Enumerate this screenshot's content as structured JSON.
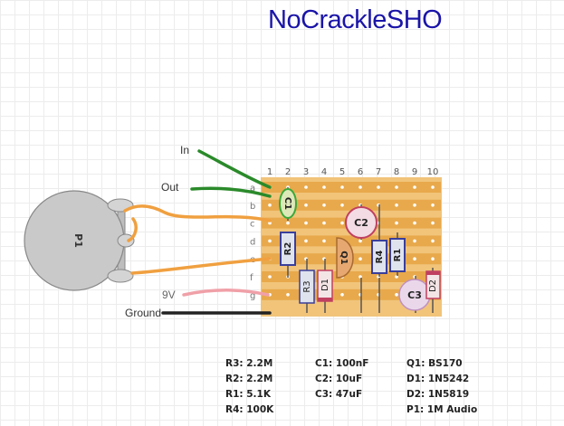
{
  "title": "NoCrackleSHO",
  "wire_labels": {
    "in": "In",
    "out": "Out",
    "nine_v": "9V",
    "ground": "Ground"
  },
  "board": {
    "columns": [
      "1",
      "2",
      "3",
      "4",
      "5",
      "6",
      "7",
      "8",
      "9",
      "10"
    ],
    "rows": [
      "a",
      "b",
      "c",
      "d",
      "e",
      "f",
      "g"
    ],
    "strip_color": "#e8a94c",
    "board_color": "#f1c47a"
  },
  "components": {
    "P1": "P1",
    "C1": "C1",
    "C2": "C2",
    "C3": "C3",
    "R1": "R1",
    "R2": "R2",
    "R3": "R3",
    "R4": "R4",
    "Q1": "Q1",
    "D1": "D1",
    "D2": "D2"
  },
  "bom": {
    "col1": [
      "R3: 2.2M",
      "R2: 2.2M",
      "R1: 5.1K",
      "R4: 100K"
    ],
    "col2": [
      "C1: 100nF",
      "C2: 10uF",
      "C3: 47uF"
    ],
    "col3": [
      "Q1: BS170",
      "D1: 1N5242",
      "D2: 1N5819",
      "P1: 1M Audio"
    ]
  },
  "colors": {
    "title": "#1a14a8",
    "wire_green": "#2a8a2a",
    "wire_orange": "#f0a040",
    "wire_pink": "#f0a0a8",
    "wire_black": "#222222",
    "pot": "#c9c9c9"
  }
}
